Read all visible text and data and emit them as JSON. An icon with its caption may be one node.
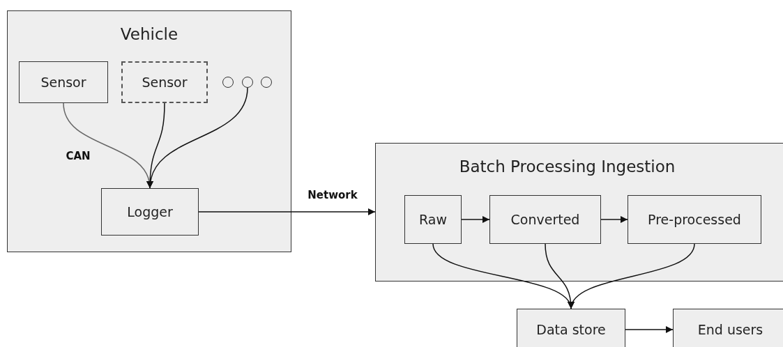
{
  "diagram": {
    "nodes": [
      {
        "text": [
          "Vehicle"
        ]
      },
      {
        "text": [
          "Sensor"
        ],
        "in": 0
      },
      {
        "text": [
          "Sensor"
        ],
        "in": 0
      },
      {
        "text": [],
        "shape": "circle",
        "in": 0
      },
      {
        "text": [],
        "shape": "circle",
        "in": 0
      },
      {
        "text": [],
        "shape": "circle",
        "in": 0
      },
      {
        "text": [
          "Logger"
        ],
        "in": 0
      },
      {
        "text": [
          "Batch Processing Ingestion"
        ]
      },
      {
        "text": [
          "Raw"
        ],
        "in": 7
      },
      {
        "text": [
          "Converted"
        ],
        "in": 7
      },
      {
        "text": [
          "Pre-processed"
        ],
        "in": 7
      },
      {
        "text": [
          "Data store"
        ]
      },
      {
        "text": [
          "End users"
        ]
      }
    ],
    "edges": [
      {
        "from": 1,
        "to": 6,
        "arrow": "to",
        "label": "CAN",
        "color": "#666666"
      },
      {
        "from": 2,
        "to": 6,
        "arrow": "to"
      },
      {
        "from": 4,
        "to": 6,
        "arrow": "to"
      },
      {
        "from": 6,
        "to": 7,
        "arrow": "to",
        "label": "Network"
      },
      {
        "from": 8,
        "to": 9,
        "arrow": "to"
      },
      {
        "from": 9,
        "to": 10,
        "arrow": "to"
      },
      {
        "from": 8,
        "to": 11,
        "arrow": "to"
      },
      {
        "from": 9,
        "to": 11,
        "arrow": "to"
      },
      {
        "from": 10,
        "to": 11,
        "arrow": "to"
      },
      {
        "from": 11,
        "to": 12,
        "arrow": "to"
      }
    ]
  }
}
